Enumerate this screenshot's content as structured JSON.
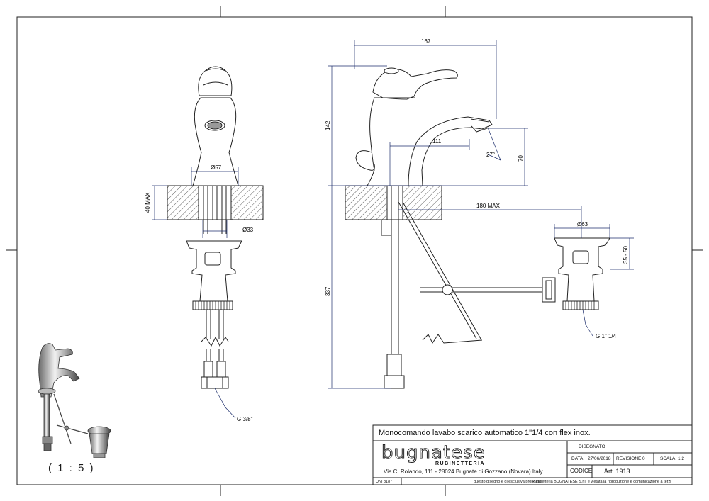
{
  "dimensions": {
    "d57": "Ø57",
    "max40": "40 MAX",
    "d33": "Ø33",
    "g38": "G 3/8\"",
    "w167": "167",
    "h142": "142",
    "w111": "111",
    "ang27": "27°",
    "h70": "70",
    "max180": "180 MAX",
    "d63": "Ø63",
    "r3550": "35 - 50",
    "h337": "337",
    "g114": "G 1\" 1/4"
  },
  "scale_note": "( 1 : 5 )",
  "title_block": {
    "title": "Monocomando lavabo scarico automatico 1\"1/4 con flex inox.",
    "brand": "bugnatese",
    "brand_sub": "RUBINETTERIA",
    "address": "Via C. Rolando, 111 - 28024 Bugnate di Gozzano (Novara) Italy",
    "disegnato_label": "DISEGNATO",
    "data_label": "DATA",
    "data_value": "27/06/2018",
    "revisione_label": "REVISIONE",
    "revisione_value": "0",
    "scala_label": "SCALA",
    "scala_value": "1:2",
    "codice_label": "CODICE",
    "codice_value": "Art. 1913",
    "norm": "UNI 8187",
    "legal_1": "questo disegno e di esclusiva proprieta",
    "legal_2": "Rubinetteria BUGNATESE S.r.l. e vietata la riproduzione e comunicazione a terzi"
  }
}
